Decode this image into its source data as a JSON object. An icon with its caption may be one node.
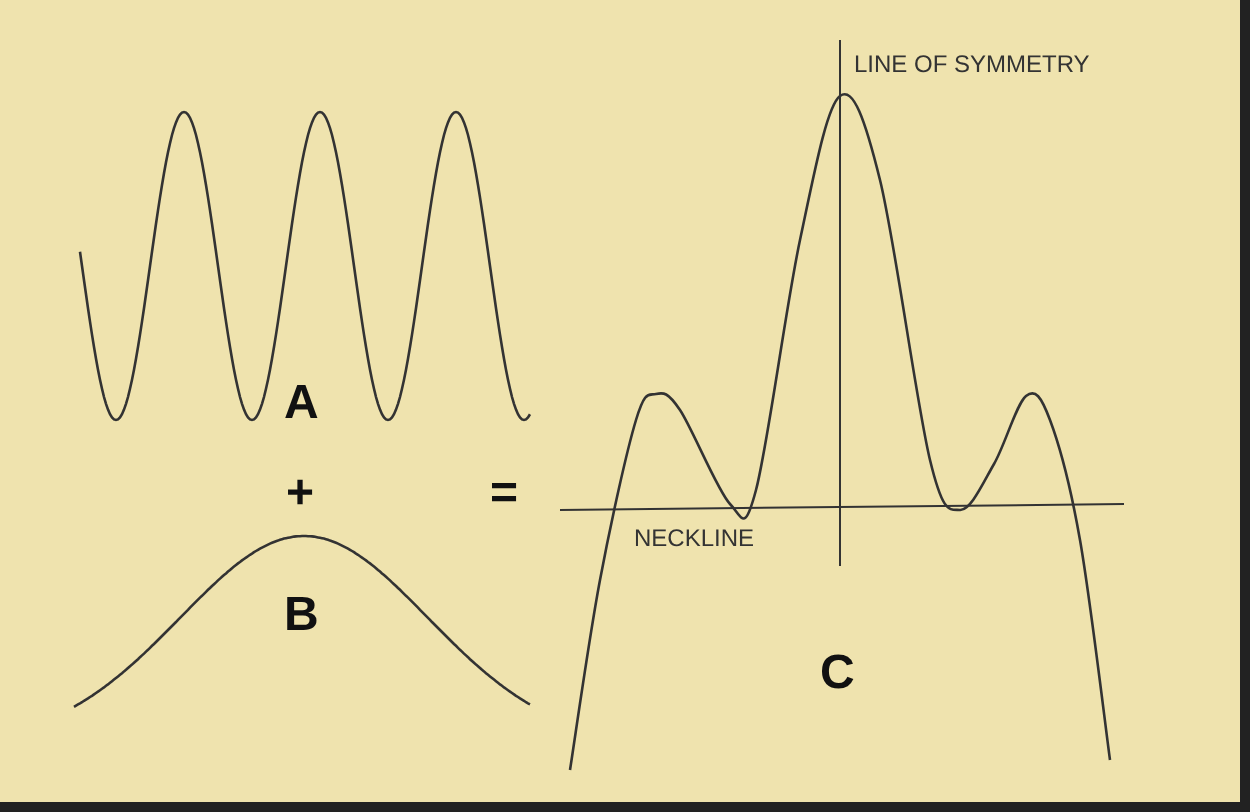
{
  "diagram": {
    "labels": [
      "LINE OF SYMMETRY",
      "A",
      "+",
      "=",
      "NECKLINE",
      "B",
      "C"
    ]
  }
}
